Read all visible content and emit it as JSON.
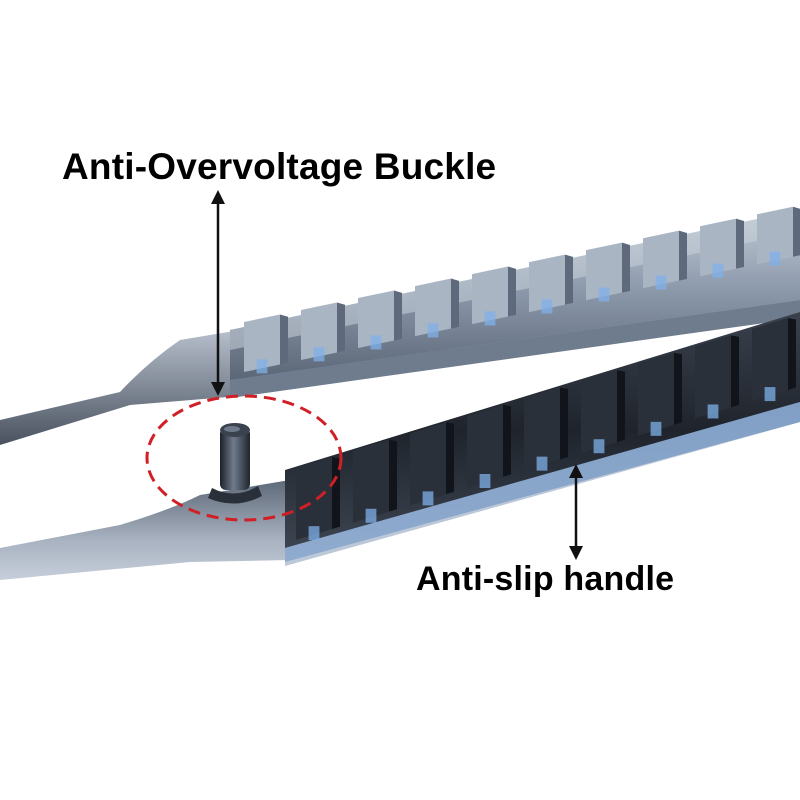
{
  "image": {
    "subject": "tweezers-photo",
    "background_color": "#ffffff"
  },
  "labels": {
    "buckle": "Anti-Overvoltage Buckle",
    "handle": "Anti-slip handle"
  },
  "colors": {
    "metal_light": "#a9b4c3",
    "metal_mid": "#7f8ea2",
    "metal_dark": "#2c323d",
    "anodized_blue": "#7fb0ea",
    "highlight_circle": "#d11f26",
    "arrow": "#111111"
  }
}
